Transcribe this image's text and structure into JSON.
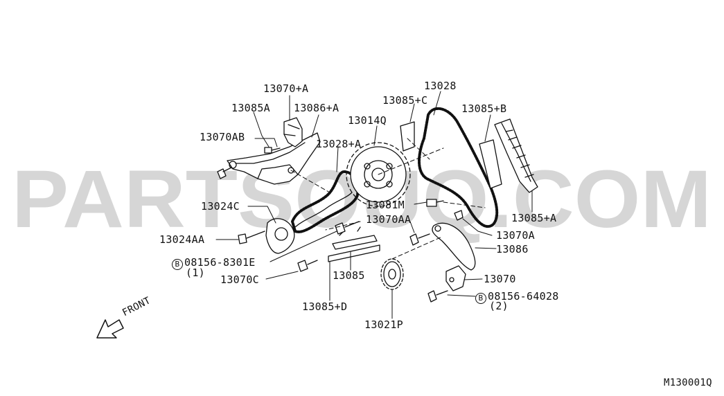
{
  "diagram": {
    "watermark": "PARTSOUQ.COM",
    "front_label": "FRONT",
    "diagram_id": "M130001Q",
    "bolt_symbol": "B",
    "labels": {
      "p13070_a": "13070+A",
      "p13085a": "13085A",
      "p13086_a": "13086+A",
      "p13070ab": "13070AB",
      "p13014q": "13014Q",
      "p13028_a": "13028+A",
      "p13085_c": "13085+C",
      "p13028": "13028",
      "p13085_b": "13085+B",
      "p13024c": "13024C",
      "p13081m": "13081M",
      "p13070aa": "13070AA",
      "p13085_a2": "13085+A",
      "p13024aa": "13024AA",
      "p13070a": "13070A",
      "p13086": "13086",
      "b08156_8301e": "08156-8301E",
      "qty_1": "(1)",
      "p13070c": "13070C",
      "p13085": "13085",
      "p13070": "13070",
      "b08156_64028": "08156-64028",
      "qty_2": "(2)",
      "p13085_d": "13085+D",
      "p13021p": "13021P"
    }
  }
}
